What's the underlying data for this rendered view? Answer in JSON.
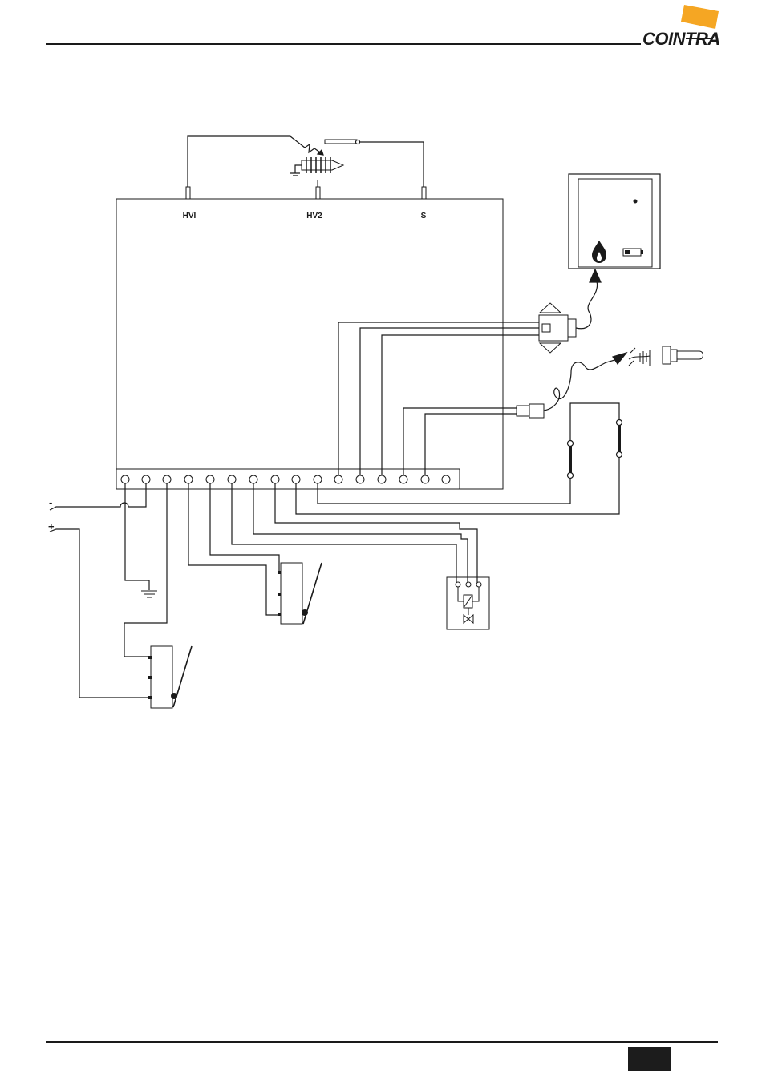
{
  "brand": {
    "name": "COINTRA",
    "accent_color": "#f5a623",
    "ink_color": "#1a1a1a"
  },
  "diagram": {
    "terminals": {
      "hv1": "HVI",
      "hv2": "HV2",
      "sense": "S"
    },
    "supply": {
      "negative": "-",
      "positive": "+"
    },
    "icons": [
      "flame-icon",
      "battery-icon",
      "ground-icon",
      "gas-valve-icon",
      "spark-electrode-icon",
      "temperature-probe-icon",
      "connector-icon"
    ]
  },
  "footer": {
    "page_number": ""
  }
}
